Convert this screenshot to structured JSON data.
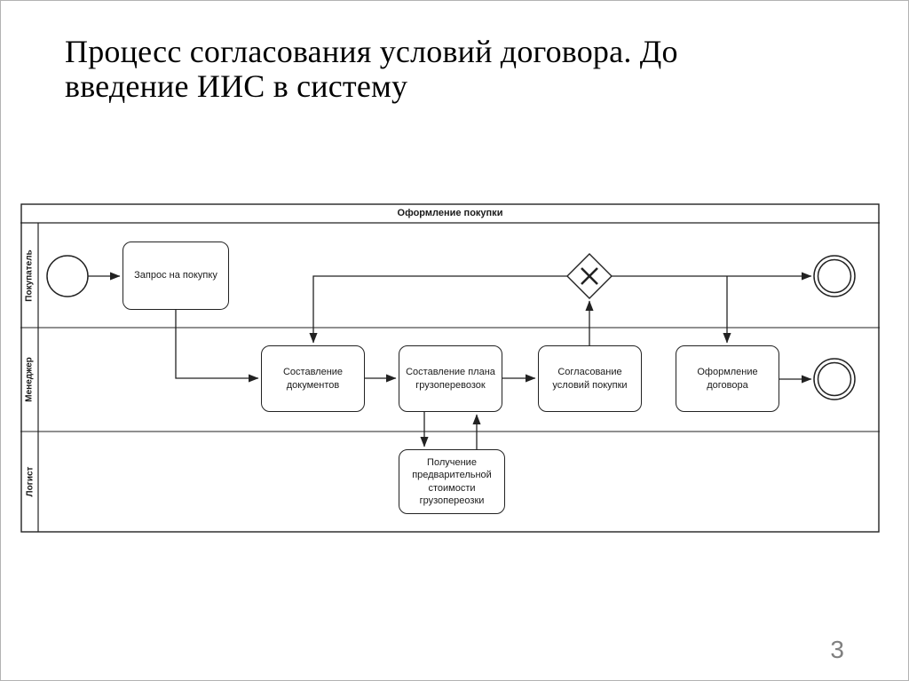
{
  "slide": {
    "title_line1": "Процесс согласования условий договора. До",
    "title_line2": "введение ИИС в систему",
    "page_number": "3"
  },
  "diagram": {
    "pool_title": "Оформление покупки",
    "lanes": {
      "buyer": "Покупатель",
      "manager": "Менеджер",
      "logist": "Логист"
    },
    "tasks": {
      "request": "Запрос на покупку",
      "compose_docs": "Составление документов",
      "compose_plan": "Составление плана грузоперевозок",
      "approve_terms": "Согласование условий покупки",
      "contract": "Оформление договора",
      "preliminary_cost": "Получение предварительной стоимости грузопереозки"
    },
    "icons": {
      "start_event": "start-event-circle-icon",
      "end_event_buyer": "end-event-double-circle-icon",
      "end_event_manager": "end-event-double-circle-icon",
      "gateway": "xor-gateway-icon"
    },
    "colors": {
      "stroke": "#222222",
      "fill": "#ffffff",
      "page_number": "#808080",
      "slide_border": "#b3b3b3"
    }
  }
}
